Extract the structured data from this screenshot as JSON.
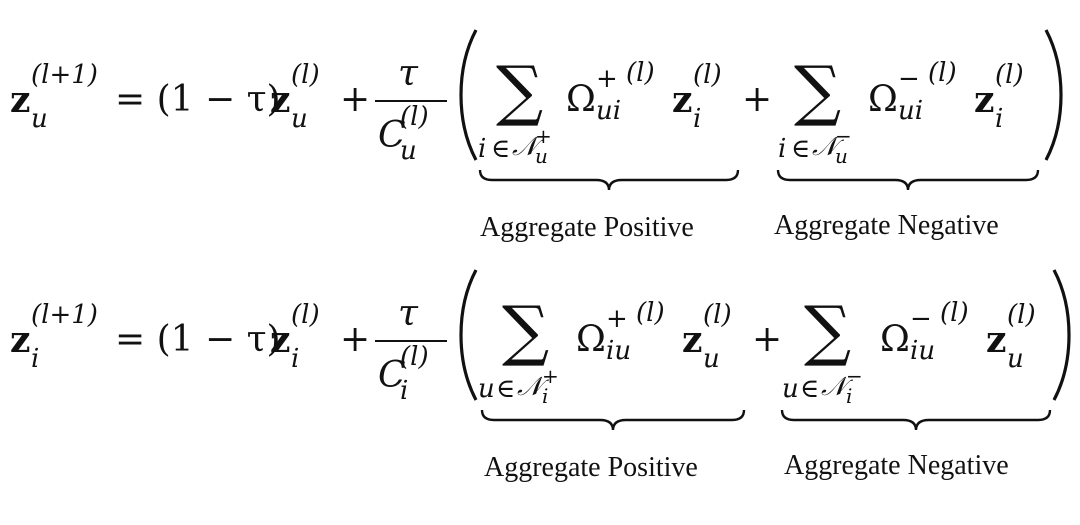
{
  "equations": [
    {
      "id": "eq1",
      "lhs": {
        "base": "z",
        "sub": "u",
        "sup": "(l+1)"
      },
      "rhs_open": "= (1 − τ)",
      "self_term": {
        "base": "z",
        "sub": "u",
        "sup": "(l)"
      },
      "plus": "+",
      "fraction": {
        "numerator": "τ",
        "den_base": "C",
        "den_sub": "u",
        "den_sup": "(l)"
      },
      "sum_positive": {
        "sigma": "∑",
        "index_var": "i",
        "index_in": "∈",
        "index_set": "𝒩",
        "index_set_sub": "u",
        "index_set_sup": "+",
        "omega": "Ω",
        "omega_sign": "+",
        "omega_sub": "ui",
        "omega_sup": "(l)",
        "z_base": "z",
        "z_sub": "i",
        "z_sup": "(l)"
      },
      "between_plus": "+",
      "sum_negative": {
        "sigma": "∑",
        "index_var": "i",
        "index_in": "∈",
        "index_set": "𝒩",
        "index_set_sub": "u",
        "index_set_sup": "−",
        "omega": "Ω",
        "omega_sign": "−",
        "omega_sub": "ui",
        "omega_sup": "(l)",
        "z_base": "z",
        "z_sub": "i",
        "z_sup": "(l)"
      },
      "label_positive": "Aggregate Positive",
      "label_negative": "Aggregate Negative"
    },
    {
      "id": "eq2",
      "lhs": {
        "base": "z",
        "sub": "i",
        "sup": "(l+1)"
      },
      "rhs_open": "= (1 − τ)",
      "self_term": {
        "base": "z",
        "sub": "i",
        "sup": "(l)"
      },
      "plus": "+",
      "fraction": {
        "numerator": "τ",
        "den_base": "C",
        "den_sub": "i",
        "den_sup": "(l)"
      },
      "sum_positive": {
        "sigma": "∑",
        "index_var": "u",
        "index_in": "∈",
        "index_set": "𝒩",
        "index_set_sub": "i",
        "index_set_sup": "+",
        "omega": "Ω",
        "omega_sign": "+",
        "omega_sub": "iu",
        "omega_sup": "(l)",
        "z_base": "z",
        "z_sub": "u",
        "z_sup": "(l)"
      },
      "between_plus": "+",
      "sum_negative": {
        "sigma": "∑",
        "index_var": "u",
        "index_in": "∈",
        "index_set": "𝒩",
        "index_set_sub": "i",
        "index_set_sup": "−",
        "omega": "Ω",
        "omega_sign": "−",
        "omega_sub": "iu",
        "omega_sup": "(l)",
        "z_base": "z",
        "z_sub": "u",
        "z_sup": "(l)"
      },
      "label_positive": "Aggregate Positive",
      "label_negative": "Aggregate Negative"
    }
  ]
}
